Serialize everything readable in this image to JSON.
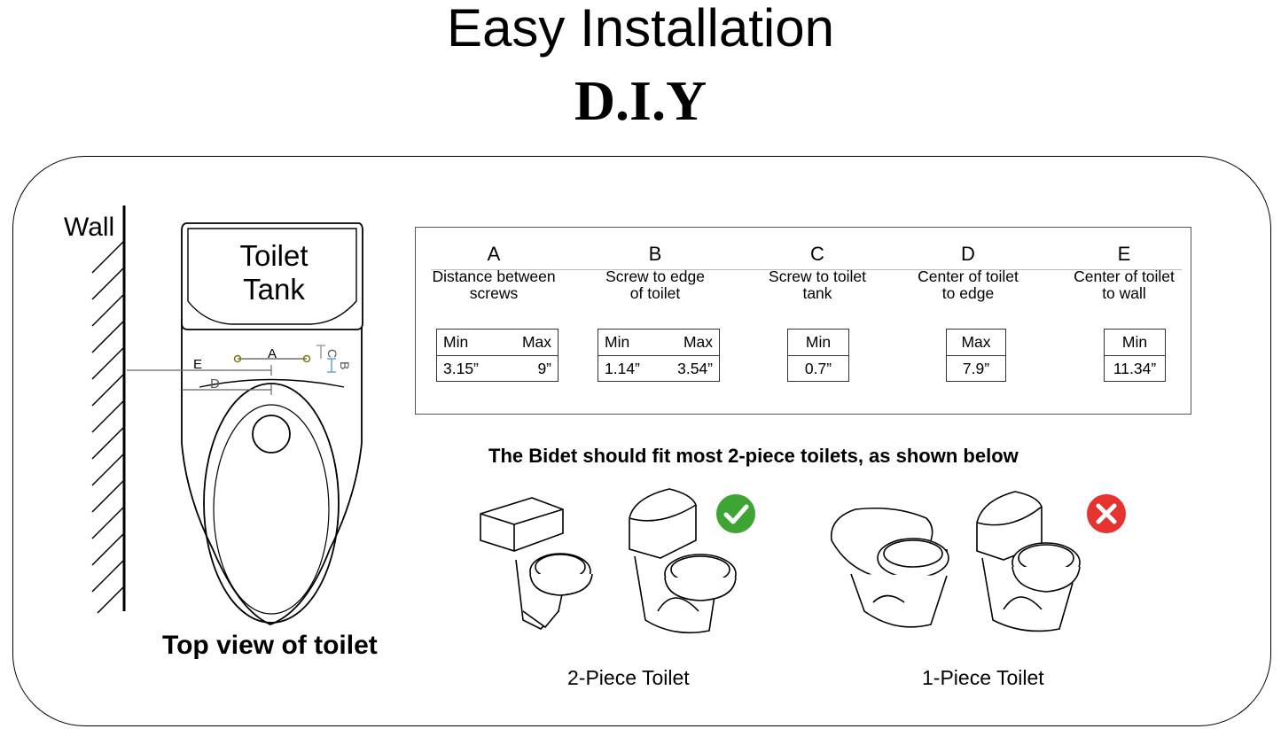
{
  "title": "Easy Installation",
  "subtitle": "D.I.Y",
  "diagram": {
    "wall_label": "Wall",
    "tank_label_line1": "Toilet",
    "tank_label_line2": "Tank",
    "dim_labels": {
      "a": "A",
      "b": "B",
      "c": "C",
      "d": "D",
      "e": "E"
    },
    "caption": "Top view of toilet"
  },
  "specs": [
    {
      "letter": "A",
      "desc_line1": "Distance between",
      "desc_line2": "screws",
      "kind": "range",
      "min_label": "Min",
      "max_label": "Max",
      "min": "3.15”",
      "max": "9”"
    },
    {
      "letter": "B",
      "desc_line1": "Screw to edge",
      "desc_line2": "of toilet",
      "kind": "range",
      "min_label": "Min",
      "max_label": "Max",
      "min": "1.14”",
      "max": "3.54”"
    },
    {
      "letter": "C",
      "desc_line1": "Screw to toilet",
      "desc_line2": "tank",
      "kind": "single",
      "label": "Min",
      "value": "0.7”"
    },
    {
      "letter": "D",
      "desc_line1": "Center of toilet",
      "desc_line2": "to edge",
      "kind": "single",
      "label": "Max",
      "value": "7.9”"
    },
    {
      "letter": "E",
      "desc_line1": "Center of toilet",
      "desc_line2": "to wall",
      "kind": "single",
      "label": "Min",
      "value": "11.34”"
    }
  ],
  "fit_note": "The Bidet should fit most 2-piece toilets, as shown below",
  "two_piece_label": "2-Piece Toilet",
  "one_piece_label": "1-Piece Toilet",
  "colors": {
    "check": "#3ea535",
    "cross": "#e5342f"
  }
}
